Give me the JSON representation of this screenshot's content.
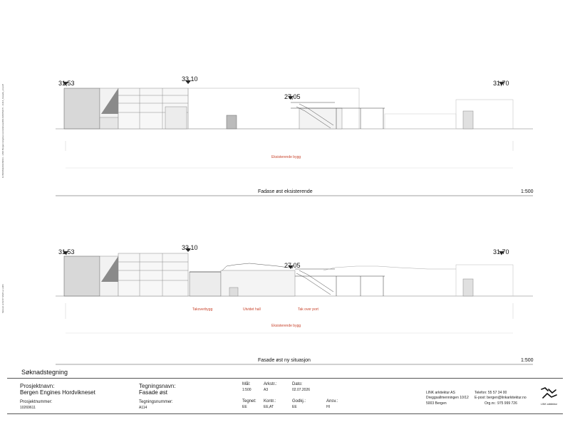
{
  "side_text": {
    "file_path": "G:\\NORGE\\10269611 - LINK Bergen Engines Hordvikneset\\09 ARKITEKT\\...\\A114_Fasade_ost.pdf",
    "plot_stamp": "Skrevet ut 02.07.2026 av anfm"
  },
  "top_elevation": {
    "title": "Fadase øst eksisterende",
    "scale": "1:500",
    "levels": [
      "31,53",
      "33,10",
      "27,05",
      "31,70"
    ],
    "labels": [
      "Eksisterende bygg"
    ]
  },
  "bottom_elevation": {
    "title": "Fasade øst ny situasjon",
    "scale": "1:500",
    "levels": [
      "31,53",
      "33,10",
      "27,05",
      "31,70"
    ],
    "labels": [
      "Takoverbygg",
      "Utvidet hall",
      "Tak over port",
      "Eksisterende bygg"
    ]
  },
  "title_block": {
    "heading": "Søknadstegning",
    "project_name_label": "Prosjektnavn:",
    "project_name": "Bergen Engines Hordvikneset",
    "project_number_label": "Prosjektnummer:",
    "project_number": "10269611",
    "drawing_name_label": "Tegningsnavn:",
    "drawing_name": "Fasade øst",
    "drawing_number_label": "Tegningsnummer:",
    "drawing_number": "A114",
    "scale_label": "Mål:",
    "scale": "1:500",
    "format_label": "Arkstr.:",
    "format": "A3",
    "date_label": "Dato:",
    "date": "02.07.2026",
    "drawn_label": "Tegnet:",
    "drawn": "EE",
    "checked_label": "Kontr.:",
    "checked": "EE,AT",
    "approved_label": "Godkj.:",
    "approved": "EE",
    "responsible_label": "Ansv.:",
    "responsible": "HI",
    "firm": "LINK arkitektur AS",
    "address1": "Dreggsallmenningen 10/12",
    "address2": "5003 Bergen",
    "phone": "Telefon: 55 57 34 00",
    "email": "E-post:  bergen@linkarkitektur.no",
    "org": "Org.nr.: 975 999 726",
    "logo_text": "LINK arkitektur"
  }
}
